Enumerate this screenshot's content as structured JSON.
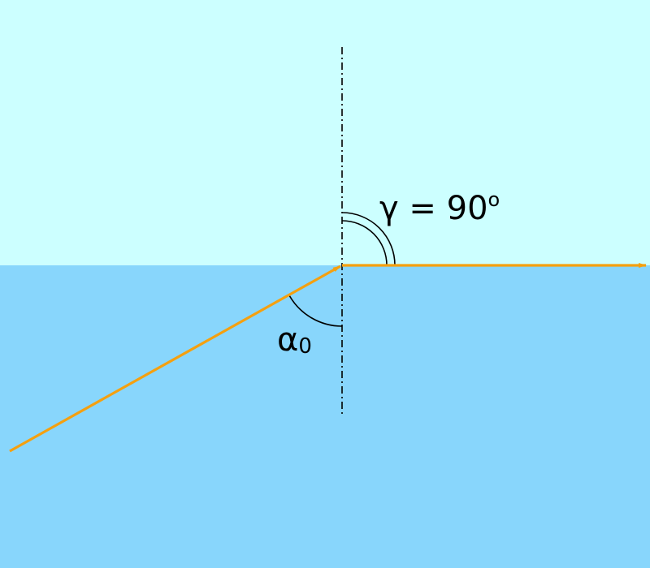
{
  "colors": {
    "upper_medium": "#ccffff",
    "lower_medium": "#88d6fc",
    "ray": "#f5a00f",
    "normal_line": "#000000",
    "angle_arc": "#000000"
  },
  "labels": {
    "alpha_symbol": "α",
    "alpha_subscript": "0",
    "gamma_symbol": "γ",
    "gamma_value": " = 90",
    "gamma_unit": "o"
  }
}
